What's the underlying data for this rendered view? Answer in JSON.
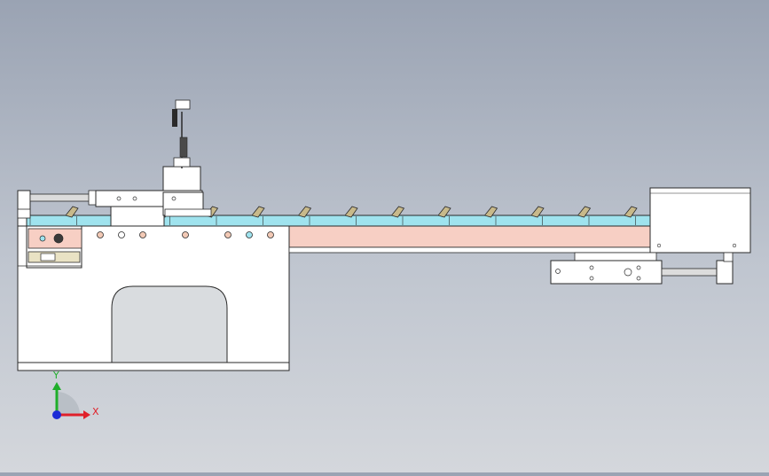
{
  "view": {
    "background_top": "#9aa3b3",
    "background_bottom": "#d4d7dc"
  },
  "triad": {
    "x_label": "X",
    "y_label": "Y",
    "x_color": "#e0202a",
    "y_color": "#1fae2a",
    "z_color": "#1b2bd6"
  },
  "colors": {
    "body_fill": "#ffffff",
    "line": "#2a2a2a",
    "rail_fill": "#f7cfc4",
    "track_fill": "#9fe3ee",
    "bracket_fill": "#c8b98a",
    "opening_fill": "#d9dcdf",
    "rod_fill": "#dcdcdc"
  },
  "track": {
    "bracket_count": 13
  },
  "icons": [
    "frame-body",
    "conveyor-rail",
    "cylinder",
    "vertical-actuator",
    "motor-box",
    "coordinate-triad-icon"
  ]
}
